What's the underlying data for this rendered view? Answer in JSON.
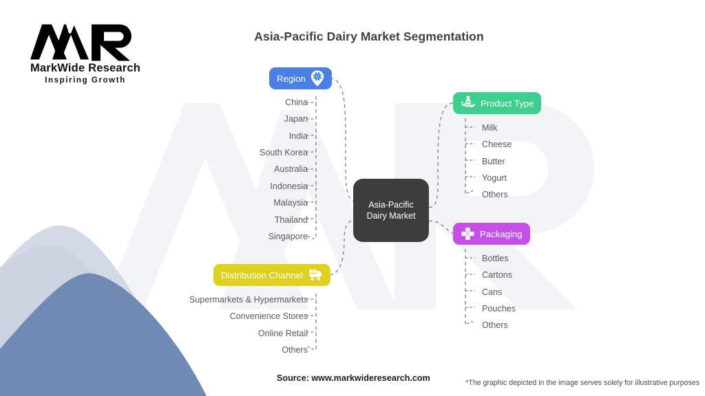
{
  "logo": {
    "mark_icon": "mwr-monogram-icon",
    "name": "MarkWide Research",
    "tagline": "Inspiring Growth"
  },
  "title": "Asia-Pacific Dairy Market Segmentation",
  "center_node": {
    "label": "Asia-Pacific\nDairy Market",
    "line1": "Asia-Pacific",
    "line2": "Dairy Market",
    "color": "#3d3d3d"
  },
  "branches": [
    {
      "id": "region",
      "label": "Region",
      "color": "#4a80e4",
      "icon": "map-pin-gear-icon",
      "icon_side": "right",
      "side": "left",
      "items": [
        "China",
        "Japan",
        "India",
        "South Korea",
        "Australia",
        "Indonesia",
        "Malaysia",
        "Thailand",
        "Singapore"
      ]
    },
    {
      "id": "product-type",
      "label": "Product Type",
      "color": "#3ecf8e",
      "icon": "hand-holding-bottle-icon",
      "icon_side": "left",
      "side": "right",
      "items": [
        "Milk",
        "Cheese",
        "Butter",
        "Yogurt",
        "Others"
      ]
    },
    {
      "id": "packaging",
      "label": "Packaging",
      "color": "#c450e8",
      "icon": "package-box-icon",
      "icon_side": "left",
      "side": "right",
      "items": [
        "Bottles",
        "Cartons",
        "Cans",
        "Pouches",
        "Others"
      ]
    },
    {
      "id": "distribution-channel",
      "label": "Distribution Channel",
      "color": "#ddd020",
      "icon": "delivery-truck-icon",
      "icon_side": "right",
      "side": "left",
      "items": [
        "Supermarkets & Hypermarkets",
        "Convenience Stores",
        "Online Retail",
        "Others"
      ]
    }
  ],
  "footer": {
    "source": "Source: www.markwideresearch.com",
    "disclaimer": "*The graphic depicted in the image serves solely for illustrative purposes"
  },
  "theme": {
    "background": "#ffffff",
    "title_color": "#404040",
    "leaf_text_color": "#595959",
    "connector_color": "#8c8c8c",
    "watermark_color": "#f4f5f7",
    "shape_back_color": "#ccd4e0",
    "shape_front_color": "#6f8bb4"
  }
}
